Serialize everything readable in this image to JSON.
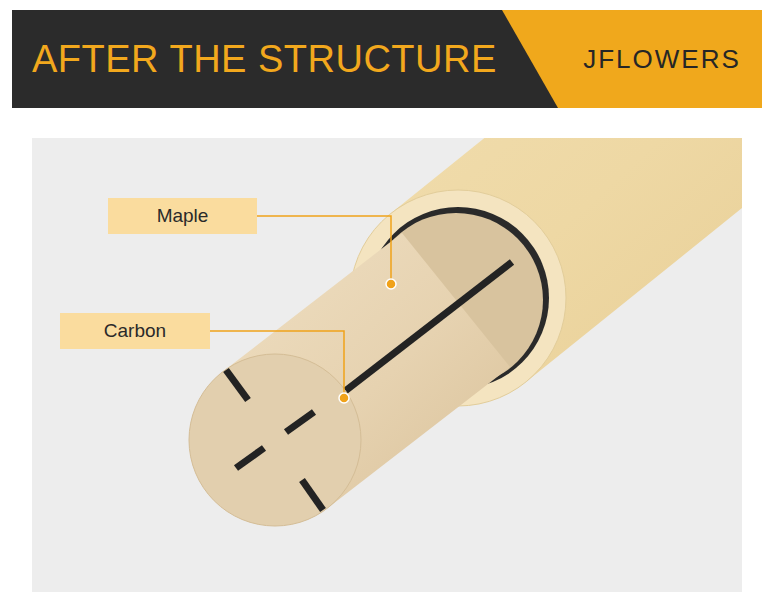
{
  "diagram": {
    "title": "AFTER THE STRUCTURE",
    "nodes": [
      {
        "text": [
          "JFLOWERS"
        ]
      },
      {
        "text": [
          "Maple"
        ]
      },
      {
        "text": [
          "Carbon"
        ]
      }
    ]
  }
}
